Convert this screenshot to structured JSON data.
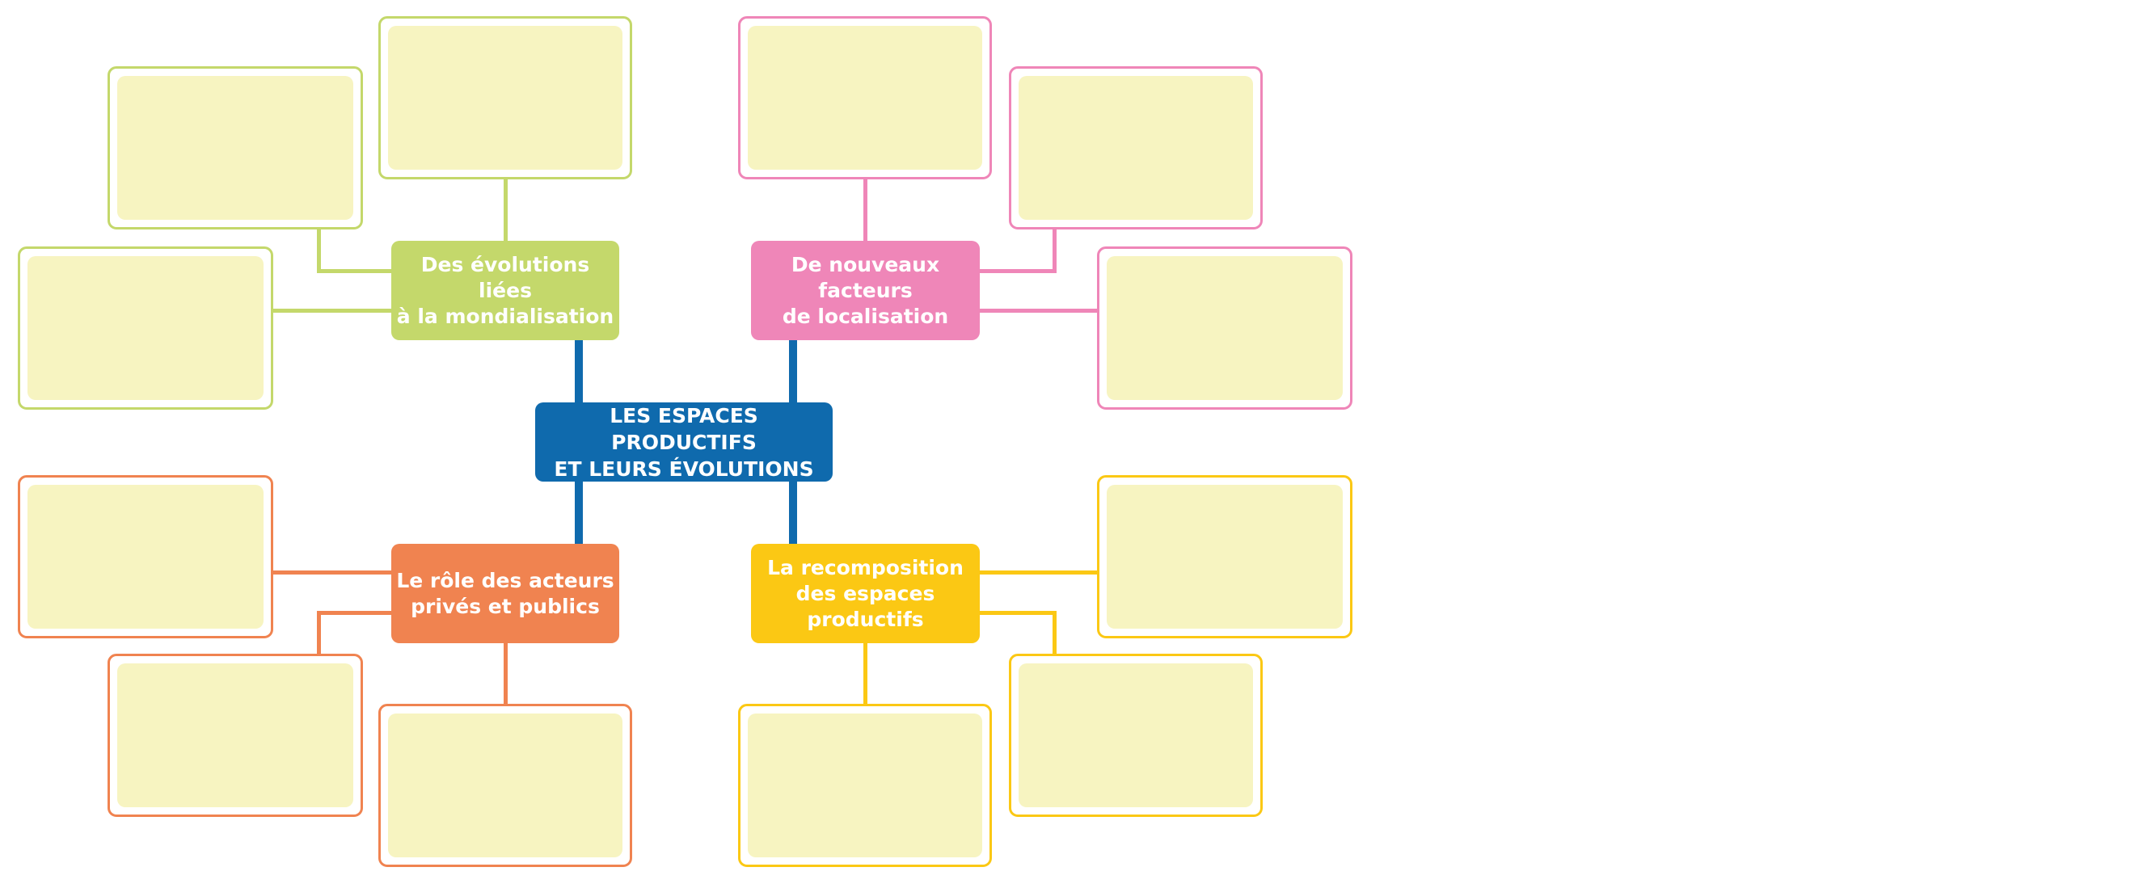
{
  "center": {
    "label": "LES ESPACES PRODUCTIFS\nET LEURS ÉVOLUTIONS",
    "color": "#0f6aad"
  },
  "branches": [
    {
      "id": "mondialisation",
      "label": "Des évolutions liées\nà la mondialisation",
      "color": "#c4d86b",
      "answer_boxes": [
        "",
        "",
        ""
      ]
    },
    {
      "id": "localisation",
      "label": "De nouveaux\nfacteurs\nde localisation",
      "color": "#ef86b8",
      "answer_boxes": [
        "",
        "",
        ""
      ]
    },
    {
      "id": "acteurs",
      "label": "Le rôle des acteurs\nprivés et publics",
      "color": "#f08350",
      "answer_boxes": [
        "",
        "",
        ""
      ]
    },
    {
      "id": "recomposition",
      "label": "La recomposition\ndes espaces\nproductifs",
      "color": "#fbc814",
      "answer_boxes": [
        "",
        "",
        ""
      ]
    }
  ],
  "answer_fill_color": "#f7f4c1"
}
